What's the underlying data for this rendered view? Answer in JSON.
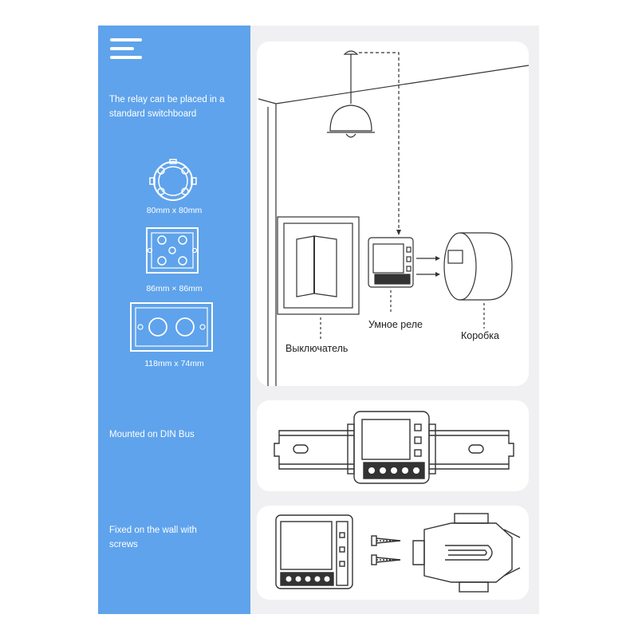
{
  "colors": {
    "sidebar_bg": "#5fa3ec",
    "page_bg": "#f0f0f2",
    "panel_bg": "#ffffff",
    "line": "#333333"
  },
  "sidebar": {
    "icon": "menu-icon",
    "relay_placement_text": "The relay can be placed in a standard switchboard",
    "box_sizes": [
      {
        "label": "80mm x 80mm",
        "icon": "round-box-icon"
      },
      {
        "label": "86mm × 86mm",
        "icon": "square-box-icon"
      },
      {
        "label": "118mm x 74mm",
        "icon": "rect-box-icon"
      }
    ],
    "din_text": "Mounted on DIN Bus",
    "wall_text": "Fixed on the wall with screws"
  },
  "diagram": {
    "switch_label": "Выключатель",
    "relay_label": "Умное реле",
    "box_label": "Коробка"
  }
}
